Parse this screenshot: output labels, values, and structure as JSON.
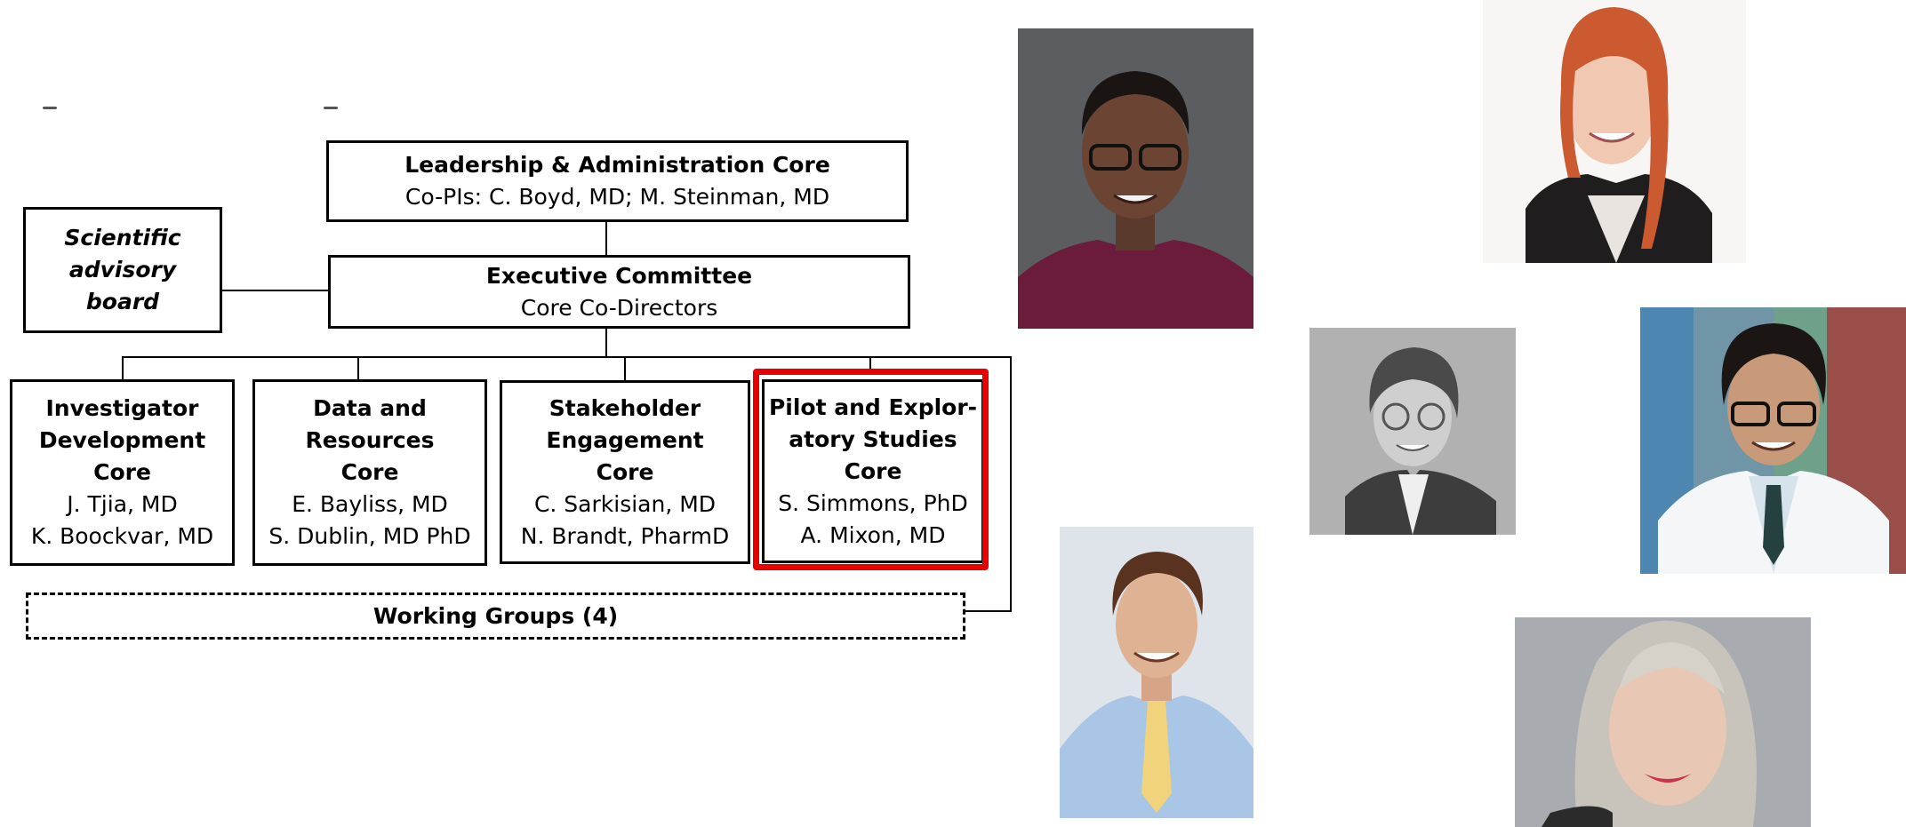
{
  "leadership": {
    "title": "Leadership & Administration Core",
    "subtitle": "Co-PIs: C. Boyd, MD; M. Steinman, MD"
  },
  "scientific_board": {
    "line1": "Scientific",
    "line2": "advisory",
    "line3": "board"
  },
  "executive": {
    "title": "Executive Committee",
    "subtitle": "Core Co-Directors"
  },
  "cores": [
    {
      "title_lines": [
        "Investigator",
        "Development",
        "Core"
      ],
      "people": [
        "J. Tjia, MD",
        "K. Boockvar, MD"
      ]
    },
    {
      "title_lines": [
        "Data and",
        "Resources",
        "Core"
      ],
      "people": [
        "E. Bayliss, MD",
        "S. Dublin, MD PhD"
      ]
    },
    {
      "title_lines": [
        "Stakeholder",
        "Engagement",
        "Core"
      ],
      "people": [
        "C. Sarkisian, MD",
        "N. Brandt, PharmD"
      ]
    },
    {
      "title_lines": [
        "Pilot and Explor-",
        "atory Studies",
        "Core"
      ],
      "people": [
        "S. Simmons, PhD",
        "A. Mixon, MD"
      ]
    }
  ],
  "working_groups": "Working Groups (4)",
  "colors": {
    "highlight": "#e60000",
    "box_border": "#000000"
  },
  "photos": [
    {
      "name": "portrait-woman-glasses-maroon-top"
    },
    {
      "name": "portrait-woman-red-hair"
    },
    {
      "name": "portrait-older-woman-glasses-bw"
    },
    {
      "name": "portrait-man-glasses-white-coat"
    },
    {
      "name": "portrait-man-blue-shirt-yellow-tie"
    },
    {
      "name": "portrait-woman-gray-hair"
    }
  ]
}
